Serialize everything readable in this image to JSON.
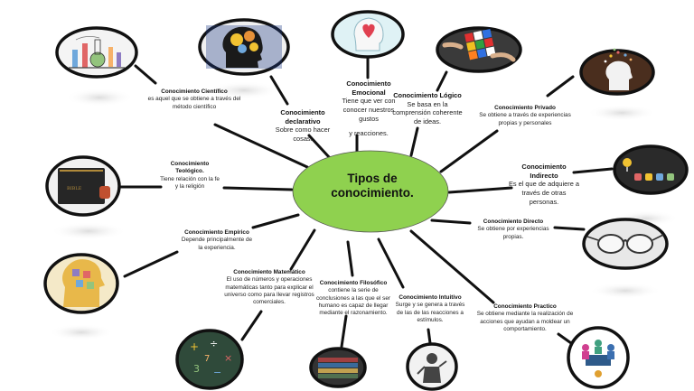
{
  "center": {
    "line1": "Tipos de",
    "line2": "conocimiento.",
    "fill": "#8fd14f"
  },
  "colors": {
    "line": "#111111",
    "text": "#222222",
    "frame": "#111111"
  },
  "nodes": [
    {
      "id": "cientifico",
      "title": "Conocimiento Científico",
      "desc": "es aquel que se obtiene a través del método científico",
      "icon": "laboratory-icon"
    },
    {
      "id": "declarativo",
      "title": "Conocimiento declarativo",
      "desc": "Sobre como hacer cosas.",
      "icon": "head-profile-icon"
    },
    {
      "id": "emocional",
      "title": "Conocimiento Emocional",
      "desc": "Tiene que ver con conocer nuestros gustos",
      "desc2": "y reacciones.",
      "icon": "heart-head-icon"
    },
    {
      "id": "logico",
      "title": "Conocimiento Lógico",
      "desc": "Se basa en la comprensión coherente de ideas.",
      "icon": "rubik-cube-icon"
    },
    {
      "id": "privado",
      "title": "Conocimiento Privado",
      "desc": "Se obtiene a través de experiencias propias y personales",
      "icon": "head-ideas-icon"
    },
    {
      "id": "indirecto",
      "title": "Conocimiento Indirecto",
      "desc": "Es el que de adquiere a través de otras personas.",
      "icon": "lightbulbs-icon"
    },
    {
      "id": "directo",
      "title": "Conocimiento Directo",
      "desc": "Se obtiene por experiencias propias.",
      "icon": "glasses-icon"
    },
    {
      "id": "practico",
      "title": "Conocimiento Practico",
      "desc": "Se obtiene mediante la realización de acciones que ayudan a moldear un comportamiento.",
      "icon": "team-table-icon"
    },
    {
      "id": "intuitivo",
      "title": "Conocimiento Intuitivo",
      "desc": "Surge y se genera a través de las de las reacciones a estímulos.",
      "icon": "person-thinking-icon"
    },
    {
      "id": "filosofico",
      "title": "Conocimiento Filosófico",
      "desc": "contiene la serie de conclusiones a las que el ser humano es capaz de llegar mediante el razonamiento.",
      "icon": "books-icon"
    },
    {
      "id": "matematico",
      "title": "Conocimiento Matemático",
      "desc": "El uso de números y operaciones matemáticas tanto para explicar el universo como para llevar registros comerciales.",
      "icon": "math-symbols-icon"
    },
    {
      "id": "empirico",
      "title": "Conocimiento Empírico",
      "desc": "Depende principalmente de la experiencia.",
      "icon": "puzzle-head-icon"
    },
    {
      "id": "teologico",
      "title": "Conocimiento Teológico.",
      "desc": "Tiene relación con la fe y la religión",
      "icon": "bible-icon"
    }
  ]
}
